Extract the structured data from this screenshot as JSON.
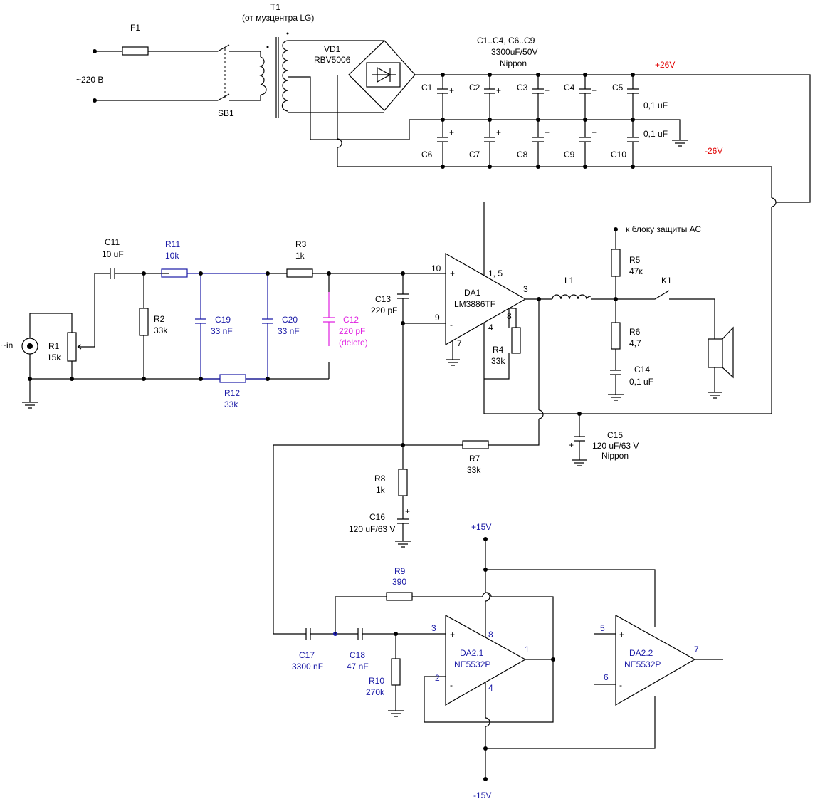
{
  "labels": {
    "F1": "F1",
    "T1": "T1",
    "T1_note": "(от музцентра LG)",
    "mains": "~220 В",
    "SB1": "SB1",
    "VD1": "VD1",
    "VD1_part": "RBV5006",
    "caps_title": "C1..C4, C6..C9",
    "caps_value": "3300uF/50V",
    "caps_brand": "Nippon",
    "pos26": "+26V",
    "neg26": "-26V",
    "C1": "C1",
    "C2": "C2",
    "C3": "C3",
    "C4": "C4",
    "C5": "C5",
    "C6": "C6",
    "C7": "C7",
    "C8": "C8",
    "C9": "C9",
    "C10": "C10",
    "C5_val": "0,1 uF",
    "C10_val": "0,1 uF",
    "protect": "к блоку защиты АС",
    "C11": "C11",
    "C11_val": "10 uF",
    "R11": "R11",
    "R11_val": "10k",
    "R3": "R3",
    "R3_val": "1k",
    "R2": "R2",
    "R2_val": "33k",
    "C19": "C19",
    "C19_val": "33 nF",
    "C20": "C20",
    "C20_val": "33 nF",
    "C12": "C12",
    "C12_val": "220 pF",
    "C12_note": "(delete)",
    "C13": "C13",
    "C13_val": "220 pF",
    "R1": "R1",
    "R1_val": "15k",
    "in": "~in",
    "R12": "R12",
    "R12_val": "33k",
    "DA1": "DA1",
    "DA1_part": "LM3886TF",
    "pin10": "10",
    "pin15": "1, 5",
    "pin3": "3",
    "pin9": "9",
    "pin8": "8",
    "pin4": "4",
    "pin7": "7",
    "plus": "+",
    "minus": "-",
    "R4": "R4",
    "R4_val": "33k",
    "L1": "L1",
    "R5": "R5",
    "R5_val": "47к",
    "K1": "K1",
    "R6": "R6",
    "R6_val": "4,7",
    "C14": "C14",
    "C14_val": "0,1 uF",
    "C15": "C15",
    "C15_val": "120 uF/63 V",
    "C15_brand": "Nippon",
    "R7": "R7",
    "R7_val": "33k",
    "R8": "R8",
    "R8_val": "1k",
    "C16": "C16",
    "C16_val": "120 uF/63 V",
    "pos15": "+15V",
    "neg15": "-15V",
    "R9": "R9",
    "R9_val": "390",
    "C17": "C17",
    "C17_val": "3300 nF",
    "C18": "C18",
    "C18_val": "47 nF",
    "R10": "R10",
    "R10_val": "270k",
    "DA21": "DA2.1",
    "DA21_part": "NE5532P",
    "DA22": "DA2.2",
    "DA22_part": "NE5532P",
    "p3": "3",
    "p8": "8",
    "p1": "1",
    "p2": "2",
    "p4": "4",
    "p5": "5",
    "p6": "6",
    "p7": "7"
  }
}
